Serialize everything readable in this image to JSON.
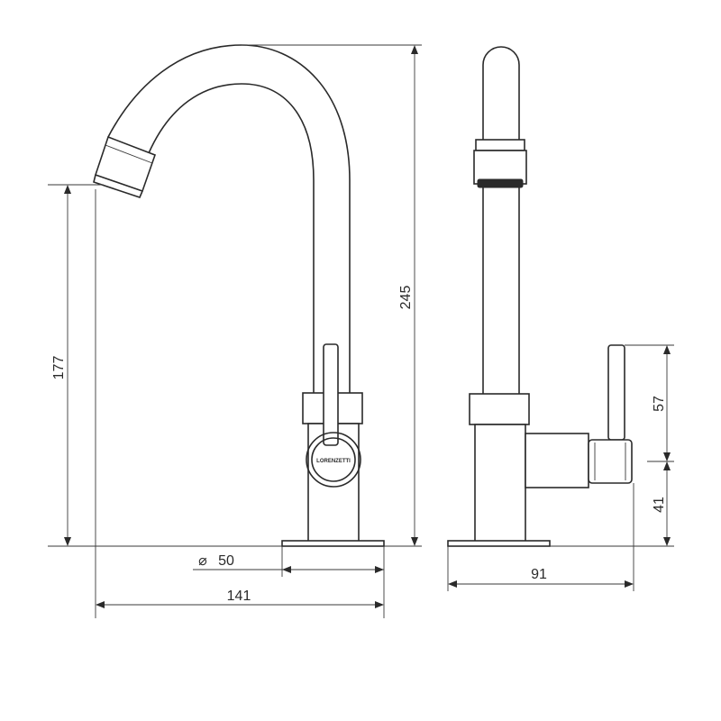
{
  "drawing": {
    "line_color": "#2a2a2a",
    "background": "#ffffff",
    "handle_logo_text": "LORENZETTI"
  },
  "dimensions": {
    "total_height": "245",
    "spout_height": "177",
    "base_diameter_symbol": "⌀",
    "base_diameter_value": "50",
    "front_width": "141",
    "side_depth": "91",
    "handle_upper": "57",
    "handle_lower": "41"
  }
}
